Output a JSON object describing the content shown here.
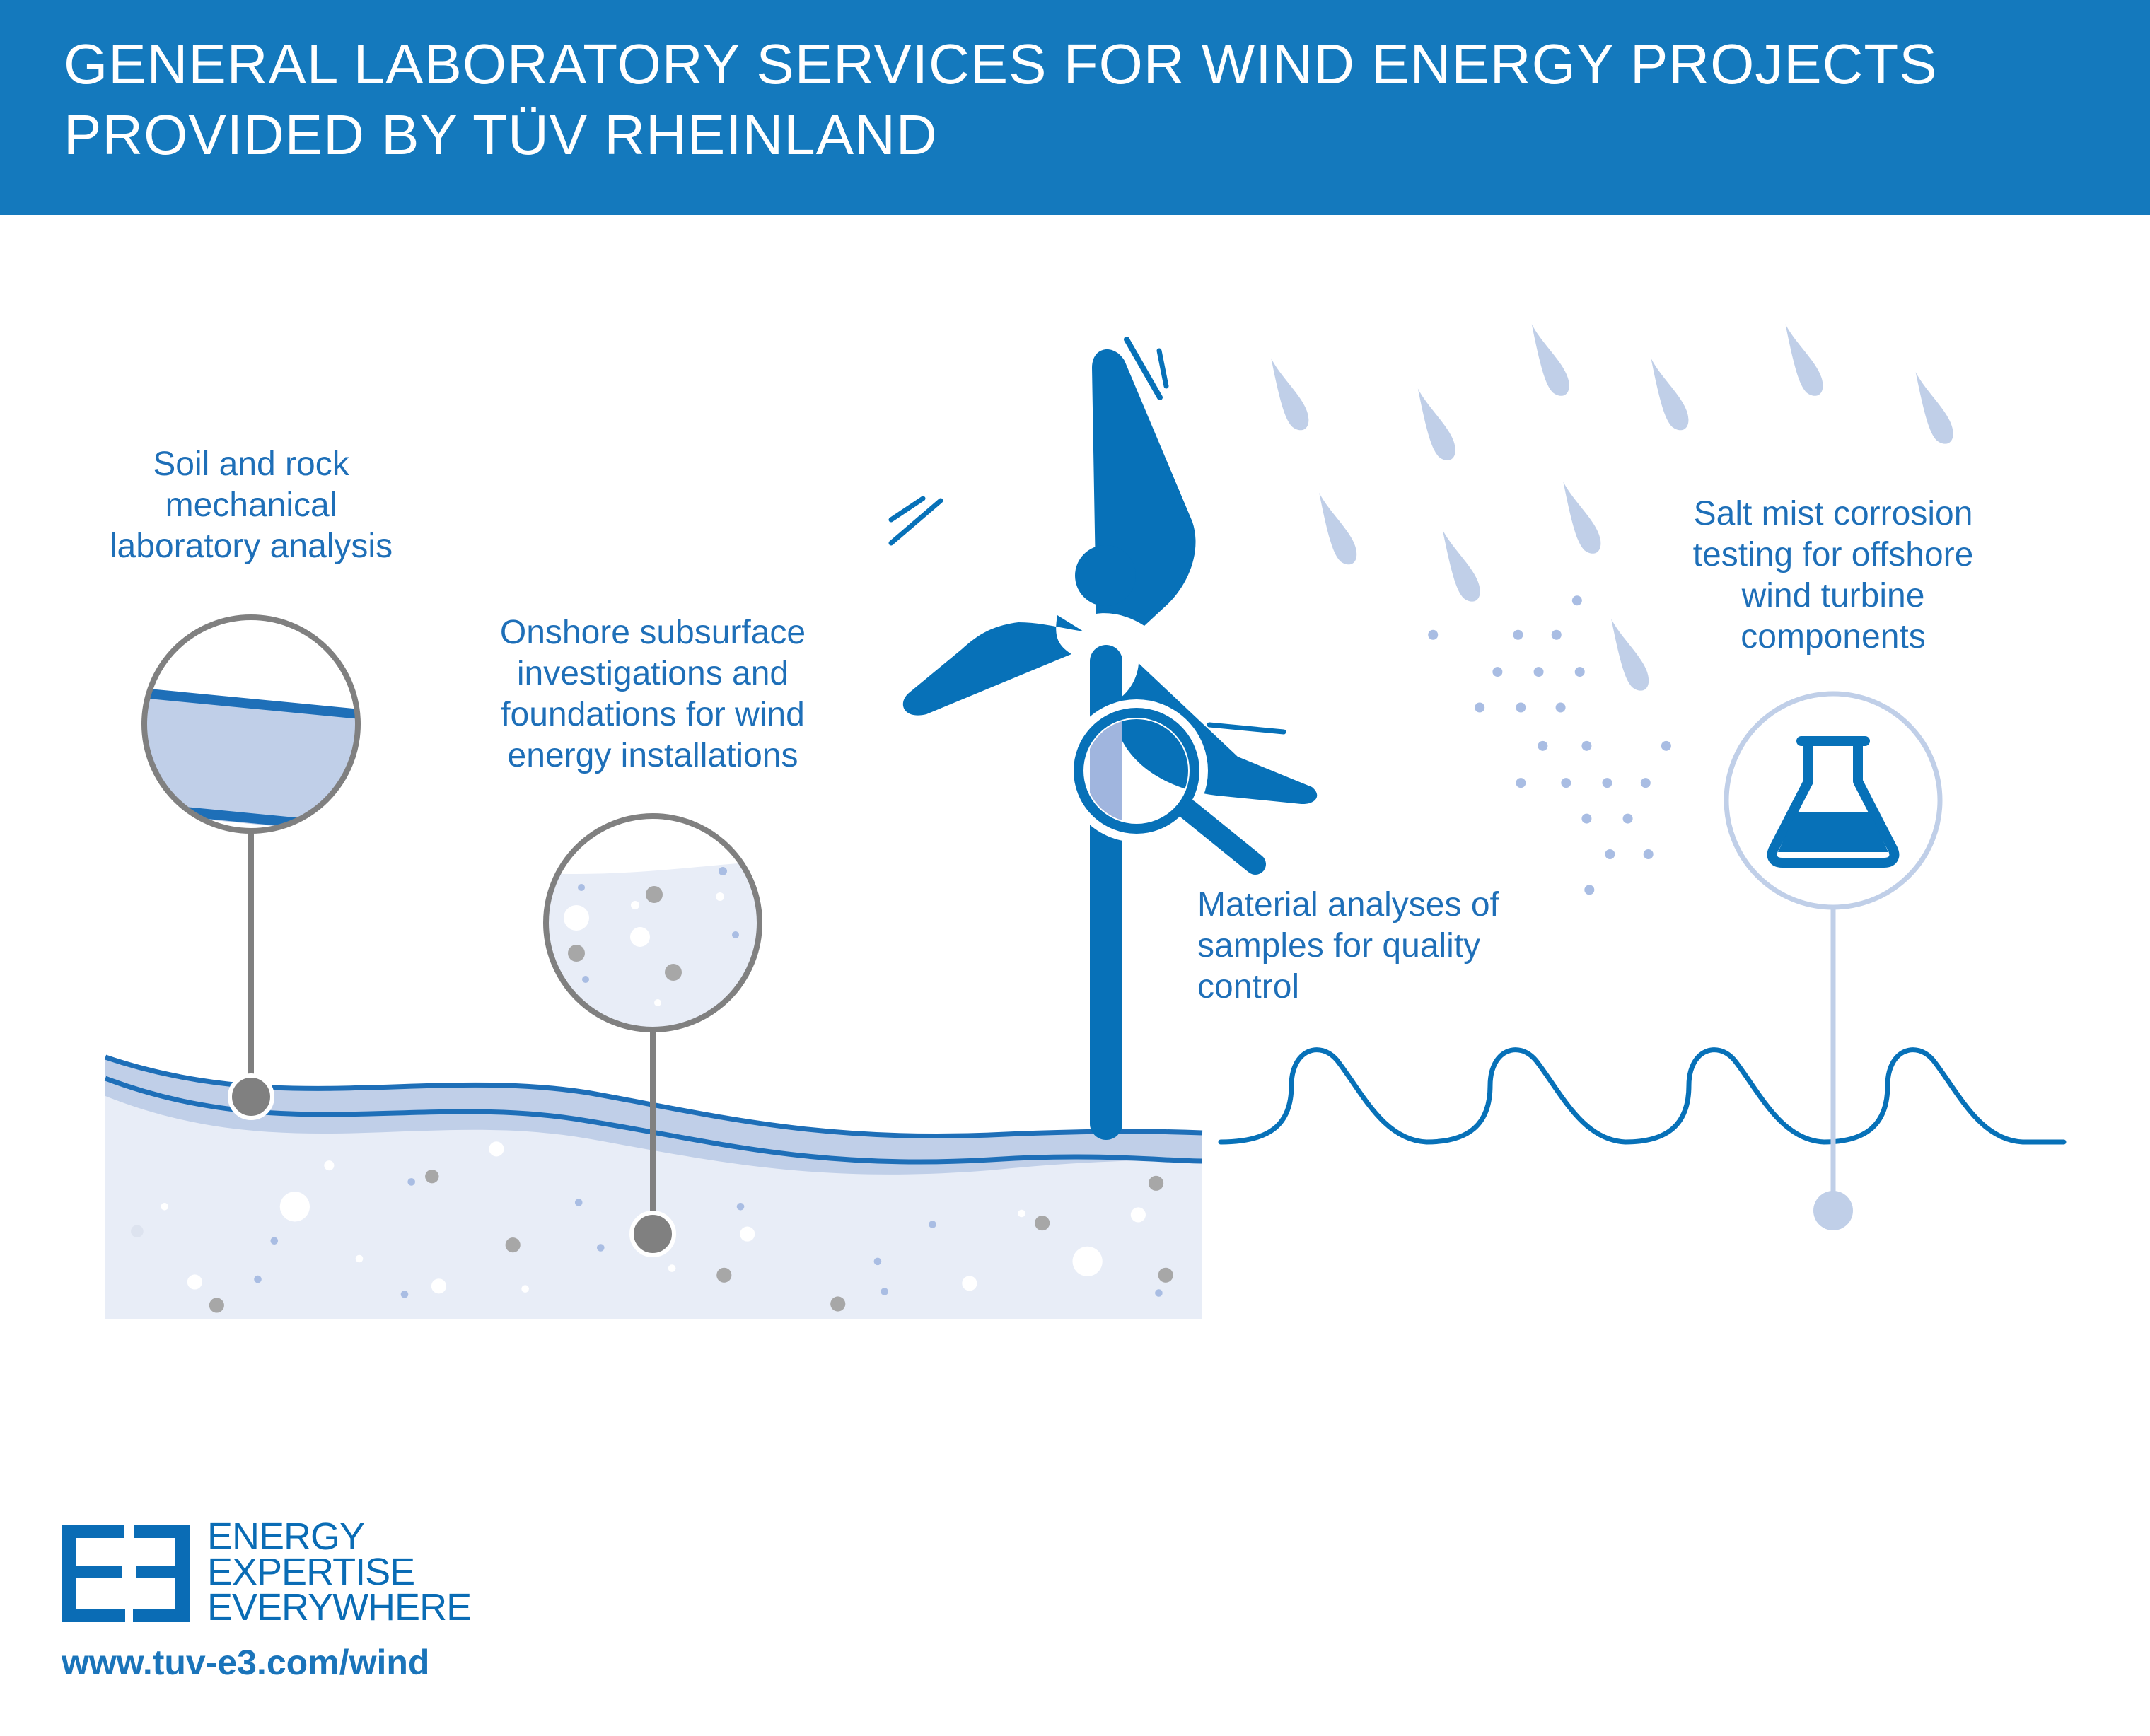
{
  "header": {
    "title_line1": "GENERAL LABORATORY SERVICES FOR  WIND ENERGY PROJECTS",
    "title_line2": "PROVIDED BY TÜV RHEINLAND"
  },
  "callouts": {
    "soil": [
      "Soil and rock",
      "mechanical",
      "laboratory analysis"
    ],
    "onshore": [
      "Onshore subsurface",
      "investigations and",
      "foundations for wind",
      "energy installations"
    ],
    "material": [
      "Material analyses of",
      "samples for quality",
      "control"
    ],
    "salt": [
      "Salt mist corrosion",
      "testing for offshore",
      "wind turbine",
      "components"
    ]
  },
  "footer": {
    "logo_mark": "E3",
    "logo_lines": [
      "ENERGY",
      "EXPERTISE",
      "EVERYWHERE"
    ],
    "url": "www.tuv-e3.com/wind"
  },
  "colors": {
    "brand_blue": "#1479bd",
    "turbine_blue": "#0771b8",
    "light_blue": "#c0cfe8",
    "ground": "#e8edf7",
    "grey": "#808080"
  },
  "icons": [
    "wind-turbine-icon",
    "magnifier-icon",
    "flask-icon",
    "raindrop-icon",
    "wave-icon"
  ]
}
